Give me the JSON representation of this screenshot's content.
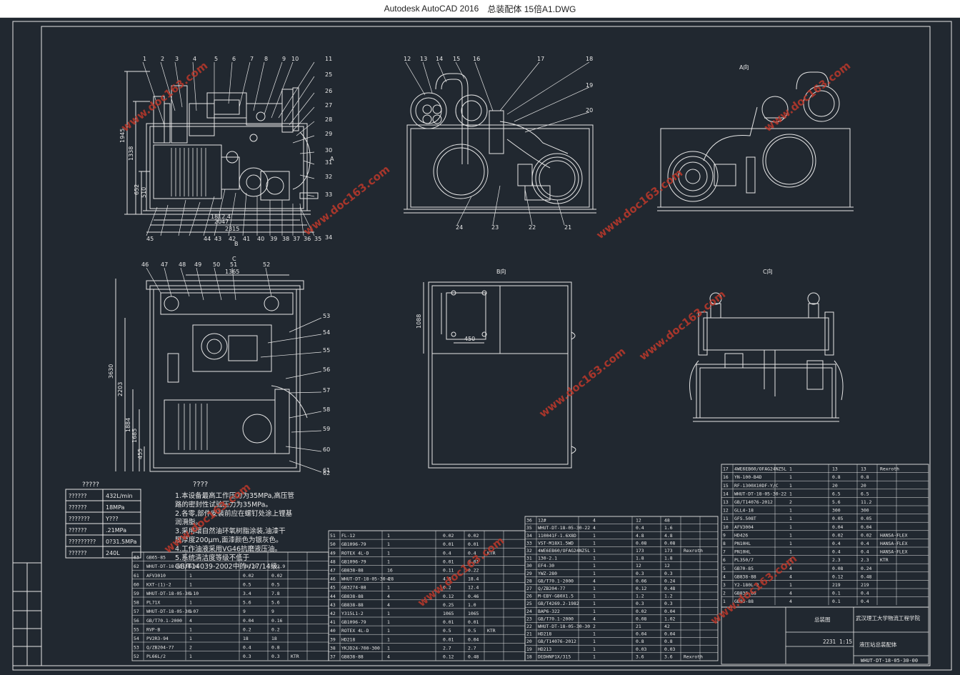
{
  "window": {
    "app": "Autodesk AutoCAD 2016",
    "file": "总装配体 15倍A1.DWG"
  },
  "watermark": "www.doc163.com",
  "views": {
    "b_label": "B",
    "c_label": "C",
    "a_view": "A向",
    "b_view": "B向",
    "c_view": "C向",
    "a_marker": "A",
    "top_dims": {
      "d1": "1945",
      "d2": "1338",
      "d3": "652",
      "d4": "510",
      "w1": "1812.4",
      "w2": "2047",
      "w3": "2315"
    },
    "bottom_dims": {
      "d1": "1365",
      "d2": "3630",
      "d3": "2203",
      "d4": "1884",
      "d5": "1685",
      "d6": "455"
    },
    "bview_dims": {
      "d1": "450",
      "d2": "1088"
    },
    "balloons_top": [
      "1",
      "2",
      "3",
      "4",
      "5",
      "6",
      "7",
      "8",
      "9",
      "10",
      "11",
      "25",
      "26",
      "27",
      "28",
      "29",
      "30",
      "31",
      "32",
      "33",
      "34",
      "35",
      "36",
      "37",
      "38",
      "39",
      "40",
      "41",
      "42",
      "43",
      "44",
      "45"
    ],
    "balloons_mid": [
      "12",
      "13",
      "14",
      "15",
      "16",
      "17",
      "18",
      "19",
      "20",
      "21",
      "22",
      "23",
      "24"
    ],
    "balloons_low": [
      "46",
      "47",
      "48",
      "49",
      "50",
      "51",
      "52",
      "53",
      "54",
      "55",
      "56",
      "57",
      "58",
      "59",
      "60",
      "61",
      "62"
    ]
  },
  "tech_params": {
    "title": "?????",
    "rows": [
      [
        "??????",
        "432L/min"
      ],
      [
        "??????",
        "18MPa"
      ],
      [
        "???????",
        "Y???"
      ],
      [
        "??????",
        ".21MPa"
      ],
      [
        "?????????",
        "0?31.5MPa"
      ],
      [
        "??????",
        "240L"
      ]
    ]
  },
  "tech_req": {
    "title": "????",
    "lines": [
      "1.本设备最高工作压力为35MPa,高压管",
      "路的密封性试验压力为35MPa。",
      "2.各零,部件安装前应在螺钉处涂上锂基",
      "润滑脂。",
      "3.采用環自然油环氧树脂涂装,油漆干",
      "膜厚度200μm,面漆颜色为银灰色。",
      "4.工作油液采用VG46抗磨液压油。",
      "5.系统清洁度等级不低于",
      "GB/T14039-2002中的-/17/14级。"
    ]
  },
  "bom": {
    "col1": [
      [
        "63",
        "GB65-85",
        "",
        "",
        "",
        "",
        "",
        ""
      ],
      [
        "62",
        "WHUT-DT-18-05-30-01",
        "",
        "1",
        "192.9",
        "192.9",
        ""
      ],
      [
        "61",
        "AFV3010",
        "",
        "1",
        "0.02",
        "0.02",
        ""
      ],
      [
        "60",
        "KXT-(1)-2",
        "",
        "1",
        "0.5",
        "0.5",
        ""
      ],
      [
        "59",
        "WHUT-DT-18-05-30-10",
        "",
        "1",
        "3.4",
        "7.8",
        ""
      ],
      [
        "58",
        "PL71X",
        "",
        "1",
        "5.6",
        "5.6",
        ""
      ],
      [
        "57",
        "WHUT-DT-18-05-30-07",
        "",
        "1",
        "9",
        "9",
        ""
      ],
      [
        "56",
        "GB/T70.1-2000",
        "",
        "4",
        "0.04",
        "0.16",
        ""
      ],
      [
        "55",
        "RVP-B",
        "",
        "1",
        "0.2",
        "0.2",
        ""
      ],
      [
        "54",
        "PV2R3-94",
        "",
        "1",
        "18",
        "18",
        ""
      ],
      [
        "53",
        "Q/ZB204-77",
        "",
        "2",
        "0.4",
        "0.8",
        ""
      ],
      [
        "52",
        "PL66L/2",
        "",
        "1",
        "0.3",
        "0.3",
        "KTR"
      ]
    ],
    "col2": [
      [
        "51",
        "FL-12",
        "",
        "1",
        "0.02",
        "0.02",
        ""
      ],
      [
        "50",
        "GB1096-79",
        "",
        "1",
        "0.01",
        "0.01",
        ""
      ],
      [
        "49",
        "ROTEX 4L-D",
        "",
        "1",
        "0.4",
        "0.4",
        "KTR"
      ],
      [
        "48",
        "GB1096-79",
        "",
        "1",
        "0.01",
        "0.01",
        ""
      ],
      [
        "47",
        "GB838-88",
        "",
        "16",
        "0.11",
        "0.22",
        ""
      ],
      [
        "46",
        "WHUT-DT-18-05-30-28",
        "",
        "4",
        "4.6",
        "18.4",
        ""
      ],
      [
        "45",
        "GB3274-88",
        "",
        "1",
        "6.2",
        "12.4",
        ""
      ],
      [
        "44",
        "GB838-88",
        "",
        "4",
        "0.12",
        "0.46",
        ""
      ],
      [
        "43",
        "GB838-88",
        "",
        "4",
        "0.25",
        "1.0",
        ""
      ],
      [
        "42",
        "Y315L1-2",
        "",
        "1",
        "1065",
        "1065",
        ""
      ],
      [
        "41",
        "GB1096-79",
        "",
        "1",
        "0.01",
        "0.01",
        ""
      ],
      [
        "40",
        "ROTEX 4L-D",
        "",
        "1",
        "0.5",
        "0.5",
        "KTR"
      ],
      [
        "39",
        "HD218",
        "",
        "1",
        "0.01",
        "0.04",
        ""
      ],
      [
        "38",
        "YKJD24-700-300",
        "",
        "1",
        "2.7",
        "2.7",
        ""
      ],
      [
        "37",
        "GB838-88",
        "",
        "4",
        "0.12",
        "0.48",
        ""
      ]
    ],
    "col3": [
      [
        "36",
        "12#",
        "",
        "4",
        "12",
        "48",
        ""
      ],
      [
        "35",
        "WHUT-DT-18-05-30-22",
        "",
        "4",
        "0.4",
        "1.6",
        ""
      ],
      [
        "34",
        "110041F-1.6X8D",
        "",
        "1",
        "4.8",
        "4.8",
        ""
      ],
      [
        "33",
        "VST-M18X1.5WD",
        "",
        "1",
        "0.08",
        "0.08",
        ""
      ],
      [
        "32",
        "4WE6EB60/OFAG24NZ5L",
        "",
        "1",
        "173",
        "173",
        "Rexroth"
      ],
      [
        "31",
        "130-2.1",
        "",
        "1",
        "1.8",
        "1.8",
        ""
      ],
      [
        "30",
        "EF4-30",
        "",
        "1",
        "12",
        "12",
        ""
      ],
      [
        "29",
        "YWZ-280",
        "",
        "1",
        "0.3",
        "0.3",
        ""
      ],
      [
        "28",
        "GB/T70.1-2000",
        "",
        "4",
        "0.06",
        "0.24",
        ""
      ],
      [
        "27",
        "Q/ZB204-77",
        "",
        "1",
        "0.12",
        "0.48",
        ""
      ],
      [
        "26",
        "M-EBY-G80X1.5",
        "",
        "1",
        "1.2",
        "1.2",
        ""
      ],
      [
        "25",
        "GB/T4269.2-1982",
        "",
        "1",
        "0.3",
        "0.3",
        ""
      ],
      [
        "24",
        "BAP6-322",
        "",
        "1",
        "0.02",
        "0.04",
        ""
      ],
      [
        "23",
        "GB/T70.1-2000",
        "",
        "4",
        "0.08",
        "1.02",
        ""
      ],
      [
        "22",
        "WHUT-DT-18-05-30-30",
        "",
        "2",
        "21",
        "42",
        ""
      ],
      [
        "21",
        "HD218",
        "",
        "1",
        "0.04",
        "0.04",
        ""
      ],
      [
        "20",
        "GB/T14076-2012",
        "",
        "1",
        "0.8",
        "0.8",
        ""
      ],
      [
        "19",
        "HD213",
        "",
        "1",
        "0.03",
        "0.03",
        ""
      ],
      [
        "18",
        "DEDHNP1X/315",
        "",
        "1",
        "3.6",
        "3.6",
        "Rexroth"
      ]
    ],
    "col4": [
      [
        "17",
        "4WE6EB60/OFAG24NZ5L",
        "",
        "1",
        "13",
        "13",
        "Rexroth"
      ],
      [
        "16",
        "YN-100-B4D",
        "",
        "1",
        "0.8",
        "0.8",
        ""
      ],
      [
        "15",
        "RF-1300X10DF-Y/C",
        "",
        "1",
        "20",
        "20",
        ""
      ],
      [
        "14",
        "WHUT-DT-18-05-30-22",
        "",
        "1",
        "6.5",
        "6.5",
        ""
      ],
      [
        "13",
        "GB/T14076-2012",
        "",
        "2",
        "5.6",
        "11.2",
        ""
      ],
      [
        "12",
        "GLL4-18",
        "",
        "1",
        "300",
        "300",
        ""
      ],
      [
        "11",
        "GFS.508T",
        "",
        "1",
        "0.05",
        "0.05",
        ""
      ],
      [
        "10",
        "AFV3004",
        "",
        "1",
        "0.04",
        "0.04",
        ""
      ],
      [
        "9",
        "HD426",
        "",
        "1",
        "0.02",
        "0.02",
        "HANSA-FLEX"
      ],
      [
        "8",
        "PN10HL",
        "",
        "1",
        "0.4",
        "0.4",
        "HANSA-FLEX"
      ],
      [
        "7",
        "PN10HL",
        "",
        "1",
        "0.4",
        "0.4",
        "HANSA-FLEX"
      ],
      [
        "6",
        "PL350/7",
        "",
        "1",
        "2.3",
        "2.3",
        "KTR"
      ],
      [
        "5",
        "GB70-85",
        "",
        "4",
        "0.08",
        "0.24",
        ""
      ],
      [
        "4",
        "GB838-88",
        "",
        "4",
        "0.12",
        "0.48",
        ""
      ],
      [
        "3",
        "Y2-180L-2",
        "",
        "1",
        "219",
        "219",
        ""
      ],
      [
        "2",
        "GB838-88",
        "",
        "4",
        "0.1",
        "0.4",
        ""
      ],
      [
        "1",
        "GB93-88",
        "",
        "4",
        "0.1",
        "0.4",
        ""
      ]
    ]
  },
  "title_block": {
    "school": "武汉理工大学物流工程学院",
    "product": "液压站总装配体",
    "drawing_no": "WHUT-DT-18-05-30-00",
    "scale": "1:15",
    "weight": "2231",
    "sheet": "总装图"
  },
  "colors": {
    "canvas": "#212830",
    "line": "#e6e6e6",
    "watermark": "#c0392b"
  }
}
